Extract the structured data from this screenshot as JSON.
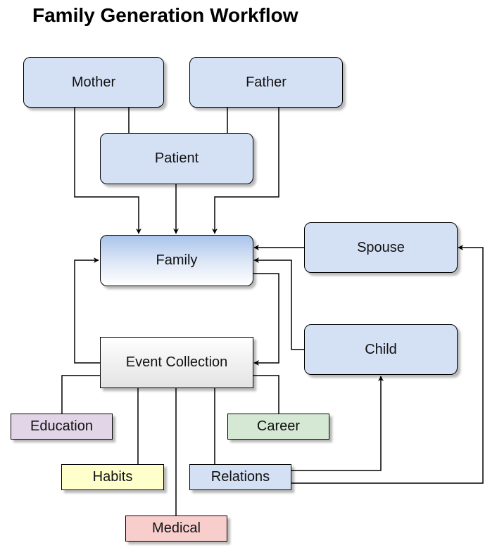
{
  "title": "Family Generation Workflow",
  "nodes": {
    "mother": "Mother",
    "father": "Father",
    "patient": "Patient",
    "family": "Family",
    "spouse": "Spouse",
    "child": "Child",
    "event_collection": "Event Collection",
    "education": "Education",
    "career": "Career",
    "habits": "Habits",
    "relations": "Relations",
    "medical": "Medical"
  },
  "colors": {
    "person_fill": "#d4e1f5",
    "family_gradient_top": "#a9c4eb",
    "education_fill": "#e1d5e7",
    "career_fill": "#d5e8d4",
    "habits_fill": "#ffffcc",
    "relations_fill": "#d4e1f5",
    "medical_fill": "#f8cecc"
  }
}
